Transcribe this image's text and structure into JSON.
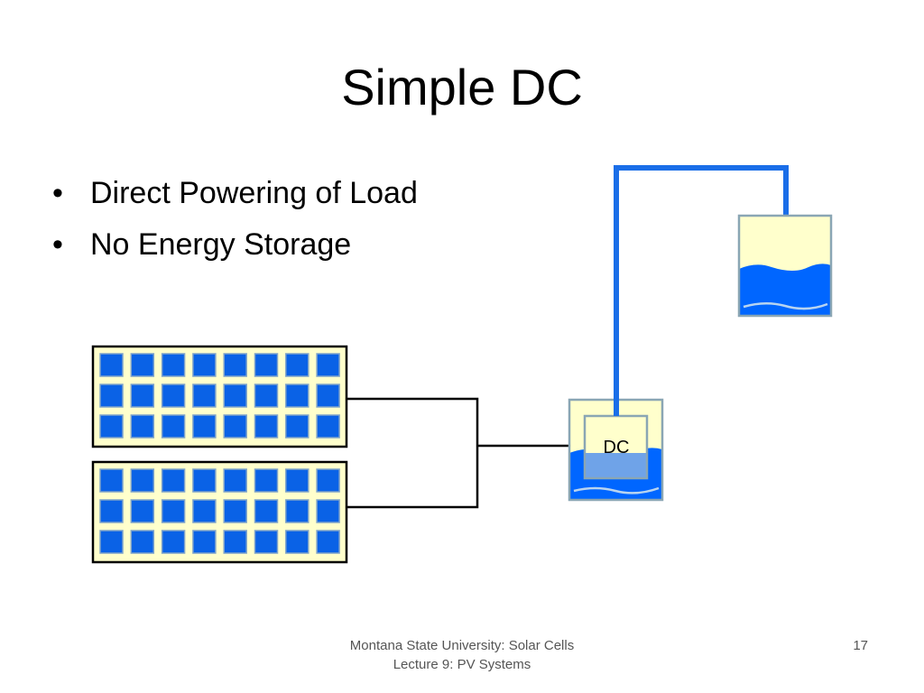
{
  "slide": {
    "title": "Simple DC",
    "bullets": [
      "Direct Powering of Load",
      "No Energy Storage"
    ],
    "bullet_symbol": "•"
  },
  "diagram": {
    "pump_label": "DC",
    "icons": [
      "solar-panel-icon",
      "solar-panel-icon",
      "well-tank-icon",
      "dc-pump-icon",
      "storage-tank-icon"
    ],
    "colors": {
      "water": "#0066ff",
      "pipe": "#1a6ee8",
      "panel_fill": "#ffffcc",
      "panel_cell": "#0a62e6",
      "tank_fill": "#ffffcc",
      "tank_border": "#8aa6b4",
      "pump_fill": "#6fa3e8",
      "wire": "#000000"
    },
    "panel_cells": {
      "rows": 3,
      "cols": 8
    }
  },
  "footer": {
    "line1": "Montana State University: Solar Cells",
    "line2": "Lecture 9: PV Systems",
    "slide_number": "17"
  }
}
